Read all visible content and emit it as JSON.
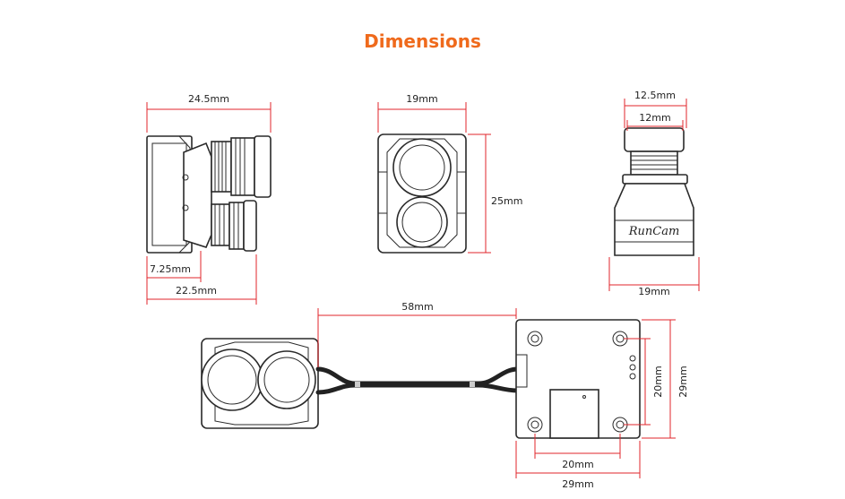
{
  "title": "Dimensions",
  "colors": {
    "title": "#ef6a1c",
    "dimension_line": "#e0262b",
    "outline": "#2a2a2a"
  },
  "side_view": {
    "top_width": "24.5mm",
    "offset": "7.25mm",
    "bottom_width": "22.5mm"
  },
  "front_view": {
    "width": "19mm",
    "height": "25mm"
  },
  "rear_view": {
    "outer_lens": "12.5mm",
    "inner_lens": "12mm",
    "width": "19mm",
    "brand": "RunCam"
  },
  "bottom_assembly": {
    "cable_length": "58mm",
    "hole_spacing_v": "20mm",
    "board_height": "29mm",
    "hole_spacing_h": "20mm",
    "board_width": "29mm"
  }
}
